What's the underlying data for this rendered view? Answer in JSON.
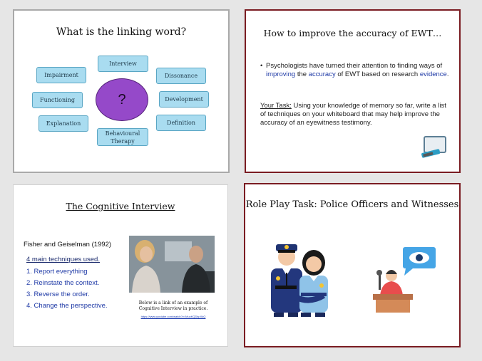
{
  "slide1": {
    "title": "What is the linking word?",
    "center": "?",
    "words": {
      "interview": "Interview",
      "impairment": "Impairment",
      "dissonance": "Dissonance",
      "functioning": "Functioning",
      "development": "Development",
      "explanation": "Explanation",
      "behavioural_therapy": "Behavioural Therapy",
      "definition": "Definition"
    }
  },
  "slide2": {
    "title": "How to improve the accuracy of EWT…",
    "bullet_part1": "Psychologists have turned their attention to finding ways of ",
    "bullet_word1": "improving",
    "bullet_part2": " the ",
    "bullet_word2": "accuracy",
    "bullet_part3": " of EWT based on research ",
    "bullet_word3": "evidence",
    "bullet_part4": ".",
    "task_label": "Your Task:",
    "task_text": " Using your knowledge of memory so far, write a list of techniques on your whiteboard that may help improve the accuracy of an eyewitness testimony.",
    "icon": "whiteboard-icon"
  },
  "slide3": {
    "title": "The Cognitive Interview",
    "reference": "Fisher and Geiselman (1992)",
    "techniques_heading": "4 main techniques used.",
    "techniques": [
      "1.  Report everything",
      "2.  Reinstate the context.",
      "3.  Reverse the order.",
      "4.  Change the perspective."
    ],
    "caption": "Below is a link of an example of Cognitive Interview in practice.",
    "link": "https://www.youtube.com/watch?v=MucKQDkpXkQ"
  },
  "slide4": {
    "title": "Role Play Task: Police Officers and Witnesses"
  },
  "colors": {
    "word_box": "#a9dcf0",
    "circle": "#9549c9",
    "accent_border": "#7a1c22",
    "highlight_blue": "#1f3aa6"
  }
}
